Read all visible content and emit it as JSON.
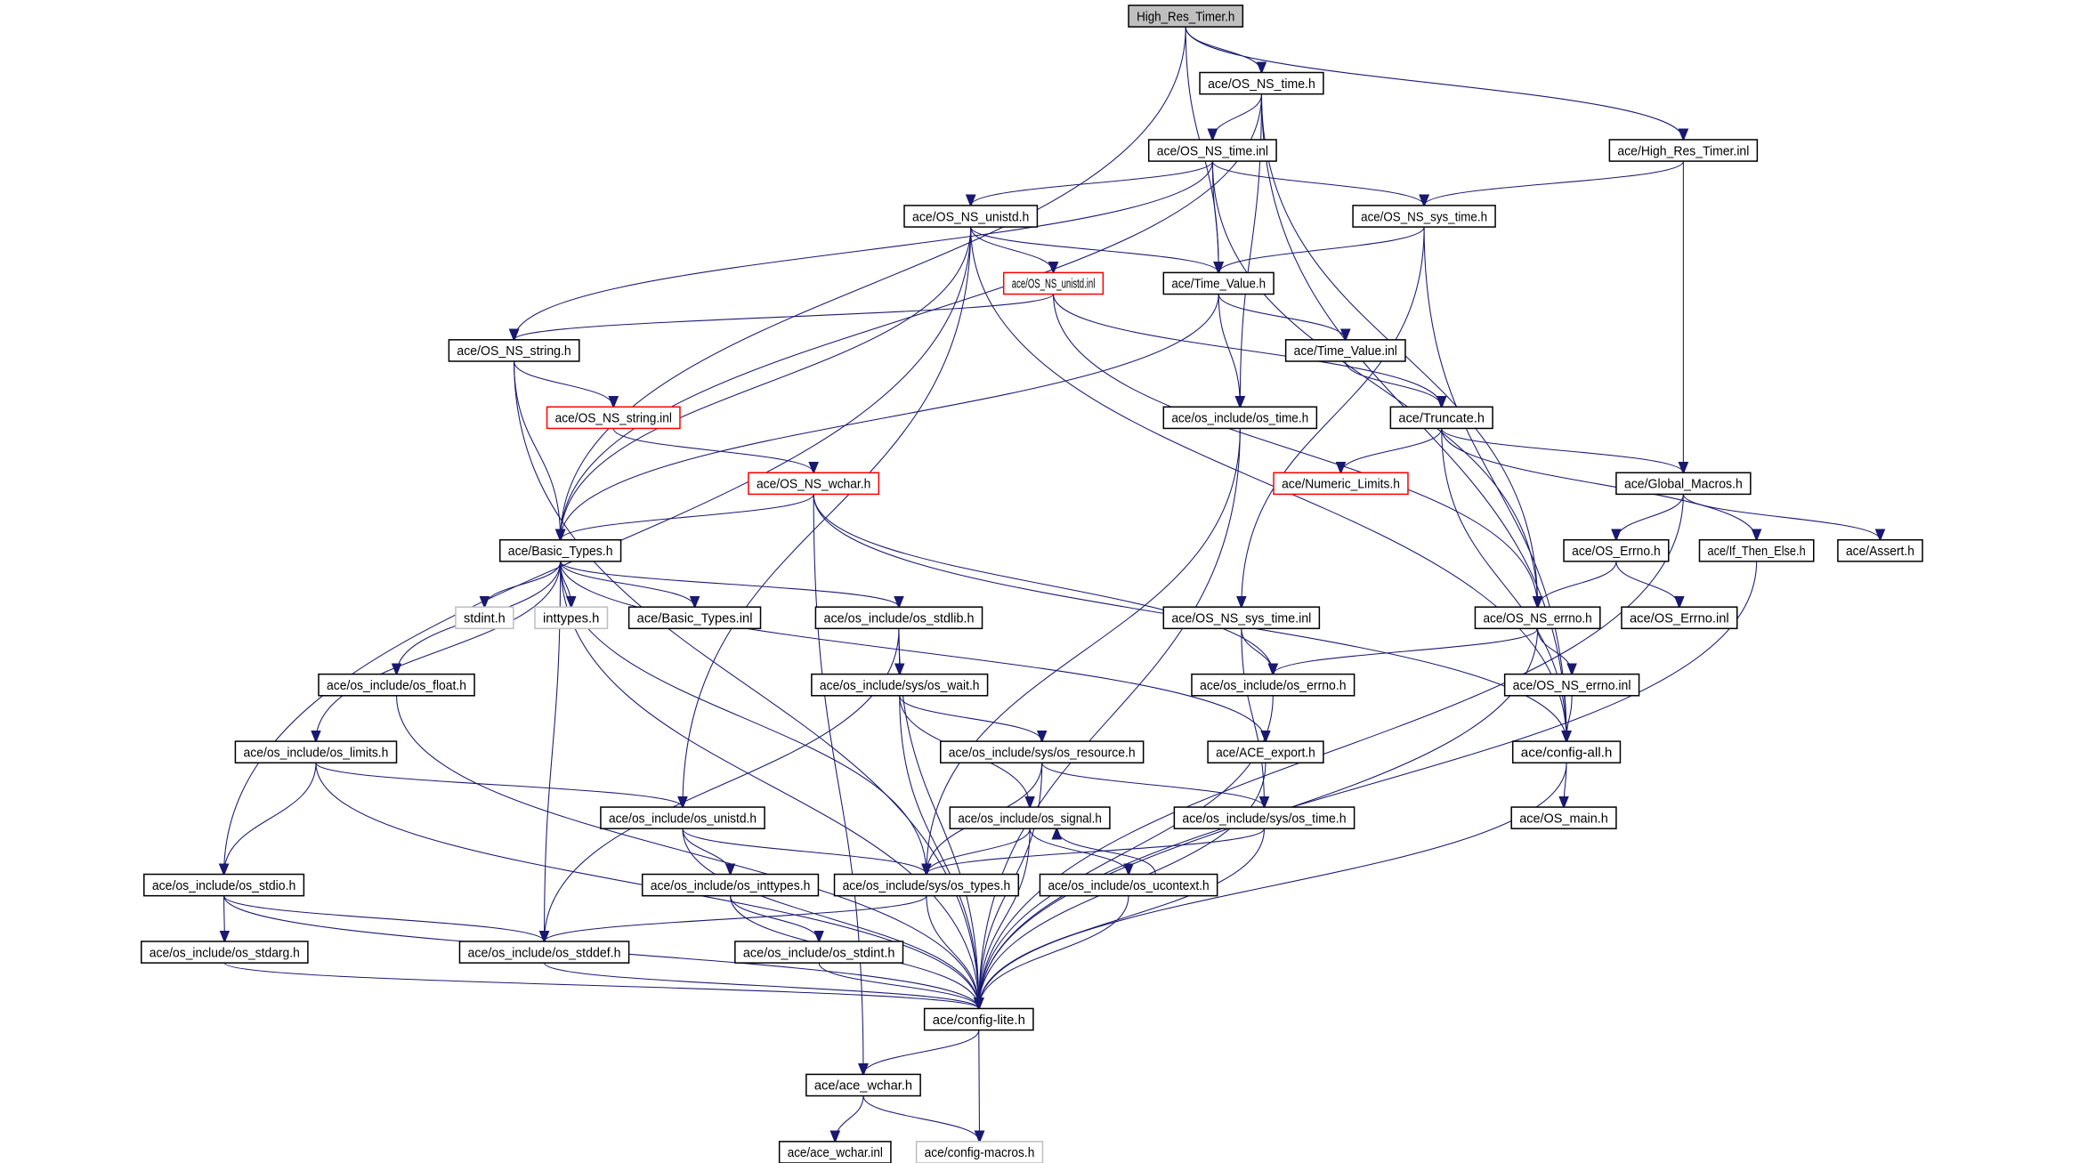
{
  "title": "High_Res_Timer.h",
  "colors": {
    "edge": "#191970",
    "root_fill": "#bfbfbf",
    "missing_border": "#ff0000",
    "external_border": "#bfbfbf"
  },
  "nodes": [
    {
      "id": "hrt_h",
      "label": "High_Res_Timer.h",
      "style": "root"
    },
    {
      "id": "ns_time_h",
      "label": "ace/OS_NS_time.h",
      "style": "normal"
    },
    {
      "id": "ns_time_inl",
      "label": "ace/OS_NS_time.inl",
      "style": "normal"
    },
    {
      "id": "hrt_inl",
      "label": "ace/High_Res_Timer.inl",
      "style": "normal"
    },
    {
      "id": "ns_unistd_h",
      "label": "ace/OS_NS_unistd.h",
      "style": "normal"
    },
    {
      "id": "ns_sys_time_h",
      "label": "ace/OS_NS_sys_time.h",
      "style": "normal"
    },
    {
      "id": "ns_unistd_inl",
      "label": "ace/OS_NS_unistd.inl",
      "style": "red"
    },
    {
      "id": "tv_h",
      "label": "ace/Time_Value.h",
      "style": "normal"
    },
    {
      "id": "ns_string_h",
      "label": "ace/OS_NS_string.h",
      "style": "normal"
    },
    {
      "id": "tv_inl",
      "label": "ace/Time_Value.inl",
      "style": "normal"
    },
    {
      "id": "ns_string_inl",
      "label": "ace/OS_NS_string.inl",
      "style": "red"
    },
    {
      "id": "os_time_h",
      "label": "ace/os_include/os_time.h",
      "style": "normal"
    },
    {
      "id": "truncate_h",
      "label": "ace/Truncate.h",
      "style": "normal"
    },
    {
      "id": "ns_wchar_h",
      "label": "ace/OS_NS_wchar.h",
      "style": "red"
    },
    {
      "id": "numeric_limits_h",
      "label": "ace/Numeric_Limits.h",
      "style": "red"
    },
    {
      "id": "global_macros_h",
      "label": "ace/Global_Macros.h",
      "style": "normal"
    },
    {
      "id": "basic_types_h",
      "label": "ace/Basic_Types.h",
      "style": "normal"
    },
    {
      "id": "os_errno_cap_h",
      "label": "ace/OS_Errno.h",
      "style": "normal"
    },
    {
      "id": "if_then_else_h",
      "label": "ace/If_Then_Else.h",
      "style": "normal"
    },
    {
      "id": "assert_h",
      "label": "ace/Assert.h",
      "style": "normal"
    },
    {
      "id": "stdint_h",
      "label": "stdint.h",
      "style": "gray"
    },
    {
      "id": "inttypes_h",
      "label": "inttypes.h",
      "style": "gray"
    },
    {
      "id": "basic_types_inl",
      "label": "ace/Basic_Types.inl",
      "style": "normal"
    },
    {
      "id": "os_stdlib_h",
      "label": "ace/os_include/os_stdlib.h",
      "style": "normal"
    },
    {
      "id": "ns_sys_time_inl",
      "label": "ace/OS_NS_sys_time.inl",
      "style": "normal"
    },
    {
      "id": "ns_errno_h",
      "label": "ace/OS_NS_errno.h",
      "style": "normal"
    },
    {
      "id": "os_errno_cap_inl",
      "label": "ace/OS_Errno.inl",
      "style": "normal"
    },
    {
      "id": "os_float_h",
      "label": "ace/os_include/os_float.h",
      "style": "normal"
    },
    {
      "id": "os_wait_h",
      "label": "ace/os_include/sys/os_wait.h",
      "style": "normal"
    },
    {
      "id": "os_errno_h",
      "label": "ace/os_include/os_errno.h",
      "style": "normal"
    },
    {
      "id": "ns_errno_inl",
      "label": "ace/OS_NS_errno.inl",
      "style": "normal"
    },
    {
      "id": "os_limits_h",
      "label": "ace/os_include/os_limits.h",
      "style": "normal"
    },
    {
      "id": "os_resource_h",
      "label": "ace/os_include/sys/os_resource.h",
      "style": "normal"
    },
    {
      "id": "ace_export_h",
      "label": "ace/ACE_export.h",
      "style": "normal"
    },
    {
      "id": "config_all_h",
      "label": "ace/config-all.h",
      "style": "normal"
    },
    {
      "id": "os_unistd_h",
      "label": "ace/os_include/os_unistd.h",
      "style": "normal"
    },
    {
      "id": "os_signal_h",
      "label": "ace/os_include/os_signal.h",
      "style": "normal"
    },
    {
      "id": "sys_os_time_h",
      "label": "ace/os_include/sys/os_time.h",
      "style": "normal"
    },
    {
      "id": "os_main_h",
      "label": "ace/OS_main.h",
      "style": "normal"
    },
    {
      "id": "os_stdio_h",
      "label": "ace/os_include/os_stdio.h",
      "style": "normal"
    },
    {
      "id": "os_inttypes_h",
      "label": "ace/os_include/os_inttypes.h",
      "style": "normal"
    },
    {
      "id": "os_types_h",
      "label": "ace/os_include/sys/os_types.h",
      "style": "normal"
    },
    {
      "id": "os_ucontext_h",
      "label": "ace/os_include/os_ucontext.h",
      "style": "normal"
    },
    {
      "id": "os_stdarg_h",
      "label": "ace/os_include/os_stdarg.h",
      "style": "normal"
    },
    {
      "id": "os_stddef_h",
      "label": "ace/os_include/os_stddef.h",
      "style": "normal"
    },
    {
      "id": "os_stdint_h",
      "label": "ace/os_include/os_stdint.h",
      "style": "normal"
    },
    {
      "id": "config_lite_h",
      "label": "ace/config-lite.h",
      "style": "normal"
    },
    {
      "id": "ace_wchar_h",
      "label": "ace/ace_wchar.h",
      "style": "normal"
    },
    {
      "id": "ace_wchar_inl",
      "label": "ace/ace_wchar.inl",
      "style": "normal"
    },
    {
      "id": "config_macros_h",
      "label": "ace/config-macros.h",
      "style": "gray"
    }
  ],
  "edges": [
    [
      "hrt_h",
      "ns_time_h"
    ],
    [
      "hrt_h",
      "tv_h"
    ],
    [
      "hrt_h",
      "hrt_inl"
    ],
    [
      "hrt_h",
      "basic_types_h"
    ],
    [
      "ns_time_h",
      "ns_time_inl"
    ],
    [
      "ns_time_h",
      "os_time_h"
    ],
    [
      "ns_time_h",
      "ns_errno_h"
    ],
    [
      "ns_time_h",
      "config_all_h"
    ],
    [
      "ns_time_h",
      "basic_types_h"
    ],
    [
      "ns_time_inl",
      "ns_unistd_h"
    ],
    [
      "ns_time_inl",
      "tv_h"
    ],
    [
      "ns_time_inl",
      "ns_sys_time_h"
    ],
    [
      "ns_time_inl",
      "ns_string_h"
    ],
    [
      "ns_time_inl",
      "ns_errno_h"
    ],
    [
      "hrt_inl",
      "ns_sys_time_h"
    ],
    [
      "hrt_inl",
      "global_macros_h"
    ],
    [
      "ns_unistd_h",
      "tv_h"
    ],
    [
      "ns_unistd_h",
      "ns_unistd_inl"
    ],
    [
      "ns_unistd_h",
      "basic_types_h"
    ],
    [
      "ns_unistd_h",
      "os_unistd_h"
    ],
    [
      "ns_unistd_h",
      "os_stdio_h"
    ],
    [
      "ns_unistd_h",
      "config_all_h"
    ],
    [
      "ns_sys_time_h",
      "tv_h"
    ],
    [
      "ns_sys_time_h",
      "ns_sys_time_inl"
    ],
    [
      "ns_sys_time_h",
      "config_all_h"
    ],
    [
      "ns_unistd_inl",
      "ns_string_h"
    ],
    [
      "ns_unistd_inl",
      "truncate_h"
    ],
    [
      "ns_unistd_inl",
      "ns_errno_h"
    ],
    [
      "tv_h",
      "tv_inl"
    ],
    [
      "tv_h",
      "os_time_h"
    ],
    [
      "tv_h",
      "basic_types_h"
    ],
    [
      "tv_inl",
      "truncate_h"
    ],
    [
      "ns_string_h",
      "ns_string_inl"
    ],
    [
      "ns_string_h",
      "basic_types_h"
    ],
    [
      "ns_string_h",
      "config_lite_h"
    ],
    [
      "ns_string_inl",
      "ns_wchar_h"
    ],
    [
      "os_time_h",
      "os_types_h"
    ],
    [
      "os_time_h",
      "config_lite_h"
    ],
    [
      "truncate_h",
      "numeric_limits_h"
    ],
    [
      "truncate_h",
      "global_macros_h"
    ],
    [
      "truncate_h",
      "if_then_else_h"
    ],
    [
      "truncate_h",
      "config_all_h"
    ],
    [
      "ns_wchar_h",
      "basic_types_h"
    ],
    [
      "ns_wchar_h",
      "os_errno_h"
    ],
    [
      "ns_wchar_h",
      "config_all_h"
    ],
    [
      "ns_wchar_h",
      "ace_wchar_h"
    ],
    [
      "global_macros_h",
      "os_errno_cap_h"
    ],
    [
      "global_macros_h",
      "assert_h"
    ],
    [
      "global_macros_h",
      "config_lite_h"
    ],
    [
      "basic_types_h",
      "stdint_h"
    ],
    [
      "basic_types_h",
      "inttypes_h"
    ],
    [
      "basic_types_h",
      "basic_types_inl"
    ],
    [
      "basic_types_h",
      "os_stdlib_h"
    ],
    [
      "basic_types_h",
      "os_float_h"
    ],
    [
      "basic_types_h",
      "os_limits_h"
    ],
    [
      "basic_types_h",
      "os_stddef_h"
    ],
    [
      "basic_types_h",
      "os_types_h"
    ],
    [
      "basic_types_h",
      "ace_export_h"
    ],
    [
      "basic_types_h",
      "config_lite_h"
    ],
    [
      "os_errno_cap_h",
      "ns_errno_h"
    ],
    [
      "os_errno_cap_h",
      "os_errno_cap_inl"
    ],
    [
      "if_then_else_h",
      "config_lite_h"
    ],
    [
      "os_stdlib_h",
      "os_wait_h"
    ],
    [
      "os_stdlib_h",
      "os_stddef_h"
    ],
    [
      "os_stdlib_h",
      "config_lite_h"
    ],
    [
      "ns_sys_time_inl",
      "os_errno_h"
    ],
    [
      "ns_sys_time_inl",
      "sys_os_time_h"
    ],
    [
      "ns_errno_h",
      "os_errno_h"
    ],
    [
      "ns_errno_h",
      "ns_errno_inl"
    ],
    [
      "ns_errno_h",
      "config_lite_h"
    ],
    [
      "os_float_h",
      "config_lite_h"
    ],
    [
      "os_wait_h",
      "os_resource_h"
    ],
    [
      "os_wait_h",
      "os_signal_h"
    ],
    [
      "os_wait_h",
      "config_lite_h"
    ],
    [
      "os_errno_h",
      "config_lite_h"
    ],
    [
      "ns_errno_inl",
      "config_all_h"
    ],
    [
      "os_limits_h",
      "os_unistd_h"
    ],
    [
      "os_limits_h",
      "os_stdio_h"
    ],
    [
      "os_limits_h",
      "config_lite_h"
    ],
    [
      "os_resource_h",
      "os_types_h"
    ],
    [
      "os_resource_h",
      "sys_os_time_h"
    ],
    [
      "os_resource_h",
      "config_lite_h"
    ],
    [
      "ace_export_h",
      "config_lite_h"
    ],
    [
      "config_all_h",
      "os_main_h"
    ],
    [
      "config_all_h",
      "config_lite_h"
    ],
    [
      "os_unistd_h",
      "os_inttypes_h"
    ],
    [
      "os_unistd_h",
      "os_types_h"
    ],
    [
      "os_unistd_h",
      "config_lite_h"
    ],
    [
      "os_signal_h",
      "os_types_h"
    ],
    [
      "os_signal_h",
      "os_ucontext_h"
    ],
    [
      "os_signal_h",
      "config_lite_h"
    ],
    [
      "sys_os_time_h",
      "os_types_h"
    ],
    [
      "sys_os_time_h",
      "config_lite_h"
    ],
    [
      "os_ucontext_h",
      "os_signal_h"
    ],
    [
      "os_ucontext_h",
      "config_lite_h"
    ],
    [
      "os_stdio_h",
      "os_stdarg_h"
    ],
    [
      "os_stdio_h",
      "os_stddef_h"
    ],
    [
      "os_stdio_h",
      "config_lite_h"
    ],
    [
      "os_inttypes_h",
      "os_stdint_h"
    ],
    [
      "os_inttypes_h",
      "config_lite_h"
    ],
    [
      "os_types_h",
      "os_stddef_h"
    ],
    [
      "os_types_h",
      "config_lite_h"
    ],
    [
      "os_stdarg_h",
      "config_lite_h"
    ],
    [
      "os_stddef_h",
      "config_lite_h"
    ],
    [
      "os_stdint_h",
      "config_lite_h"
    ],
    [
      "config_lite_h",
      "ace_wchar_h"
    ],
    [
      "config_lite_h",
      "config_macros_h"
    ],
    [
      "ace_wchar_h",
      "ace_wchar_inl"
    ],
    [
      "ace_wchar_h",
      "config_macros_h"
    ]
  ]
}
